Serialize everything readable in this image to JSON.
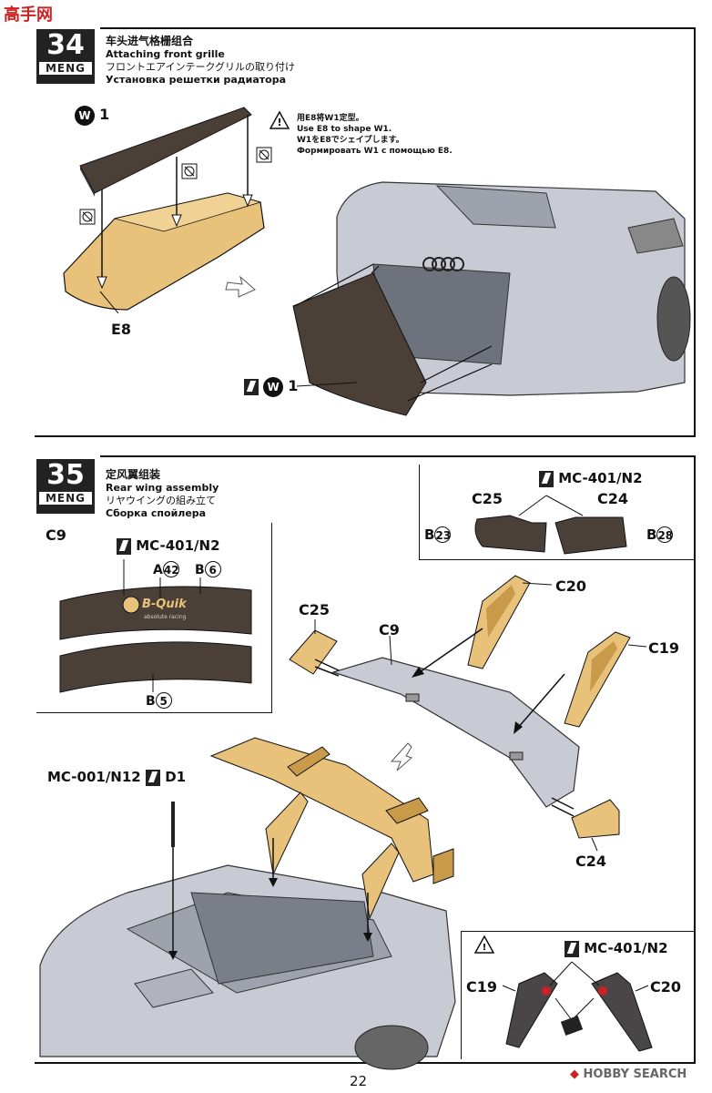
{
  "header_site": "高手网",
  "step34": {
    "number": "34",
    "brand": "MENG",
    "title_zh": "车头进气格栅组合",
    "title_en": "Attaching front grille",
    "title_jp": "フロントエアインテークグリルの取り付け",
    "title_ru": "Установка решетки радиатора",
    "note_zh": "用E8将W1定型。",
    "note_en": "Use E8 to shape W1.",
    "note_jp": "W1をE8でシェイプします。",
    "note_ru": "Формировать W1 с помощью E8.",
    "part_w1_letter": "W",
    "part_w1_num": "1",
    "part_e8": "E8",
    "part_w1b_letter": "W",
    "part_w1b_num": "1"
  },
  "step35": {
    "number": "35",
    "brand": "MENG",
    "title_zh": "定风翼组装",
    "title_en": "Rear wing assembly",
    "title_jp": "リヤウイングの組み立て",
    "title_ru": "Сборка спойлера",
    "c9_label": "C9",
    "paint_code_left": "MC-401/N2",
    "decal_a": "A",
    "decal_a_num": "42",
    "decal_b1": "B",
    "decal_b1_num": "6",
    "decal_b2": "B",
    "decal_b2_num": "5",
    "wing_logo": "B-Quik",
    "wing_logo_sub": "absolute racing",
    "paint_code_top": "MC-401/N2",
    "c25_top": "C25",
    "c24_top": "C24",
    "decal_b23": "B",
    "decal_b23_num": "23",
    "decal_b28": "B",
    "decal_b28_num": "28",
    "c20": "C20",
    "c19": "C19",
    "c25": "C25",
    "c9": "C9",
    "c24": "C24",
    "antenna_code": "MC-001/N12",
    "antenna_part": "D1",
    "detail_paint": "MC-401/N2",
    "detail_c19": "C19",
    "detail_c20": "C20"
  },
  "footer": {
    "page_number": "22",
    "watermark": "HOBBY SEARCH"
  },
  "colors": {
    "parts_tan": "#e8c27a",
    "parts_tan_dark": "#c89a4a",
    "car_gray": "#c9cbd4",
    "mesh_dark": "#4a4038",
    "watermark_red": "#cc2222"
  }
}
